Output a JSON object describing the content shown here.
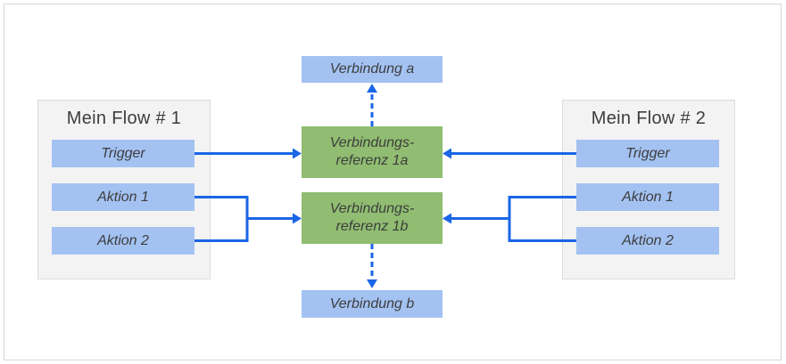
{
  "diagram": {
    "left_flow": {
      "title": "Mein Flow # 1",
      "items": [
        {
          "label": "Trigger"
        },
        {
          "label": "Aktion 1"
        },
        {
          "label": "Aktion 2"
        }
      ]
    },
    "right_flow": {
      "title": "Mein Flow # 2",
      "items": [
        {
          "label": "Trigger"
        },
        {
          "label": "Aktion 1"
        },
        {
          "label": "Aktion 2"
        }
      ]
    },
    "connection_references": [
      {
        "label": "Verbindungs-\nreferenz 1a"
      },
      {
        "label": "Verbindungs-\nreferenz 1b"
      }
    ],
    "connections": [
      {
        "label": "Verbindung a"
      },
      {
        "label": "Verbindung b"
      }
    ],
    "colors": {
      "item_blue": "#a3c2f2",
      "ref_green": "#90bd71",
      "arrow_blue": "#1a66e6",
      "panel_gray": "#f3f3f3",
      "panel_border": "#dcdcdc",
      "frame_border": "#d6d6d6",
      "text_dark": "#3d3d3d"
    }
  }
}
